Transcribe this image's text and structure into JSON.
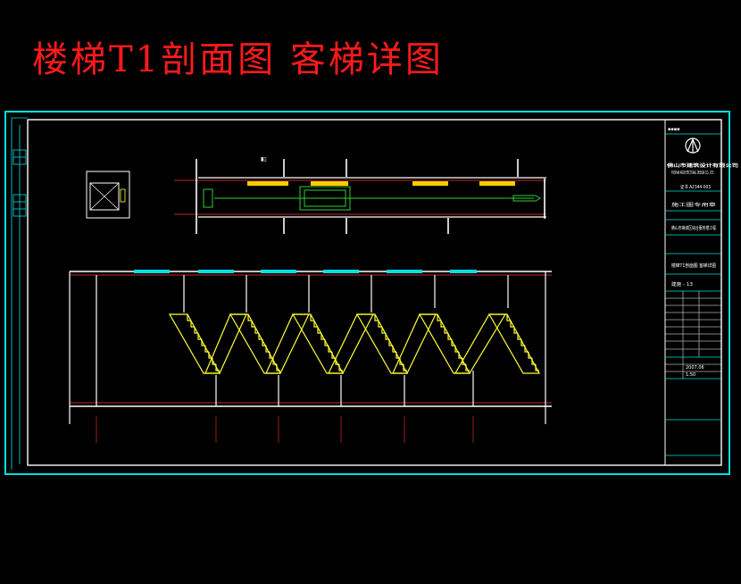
{
  "title": "楼梯T1剖面图  客梯详图",
  "colors": {
    "background": "#000000",
    "frame": "#00e0e0",
    "wall": "#ffffff",
    "stair": "#ffff33",
    "axis": "#ff3333",
    "window": "#00ffff",
    "elevator": "#33cc33",
    "title": "#ff1a1a"
  },
  "title_block": {
    "company": "佛山市建筑设计有限公司",
    "company_en": "FOSHAN ARCHITECTURAL DESIGN CO., LTD.",
    "cert": "证书 A2344-003",
    "project_stamp": "施工图专用章",
    "project": "佛山市禅城区综合服务楼工程",
    "drawing_content": "楼梯T1剖面图  客梯详图",
    "number": "建施 - 13",
    "scale": "1:50",
    "date": "2007.06"
  },
  "icons": {
    "logo": "company-logo-icon",
    "elevator": "elevator-car-icon"
  }
}
